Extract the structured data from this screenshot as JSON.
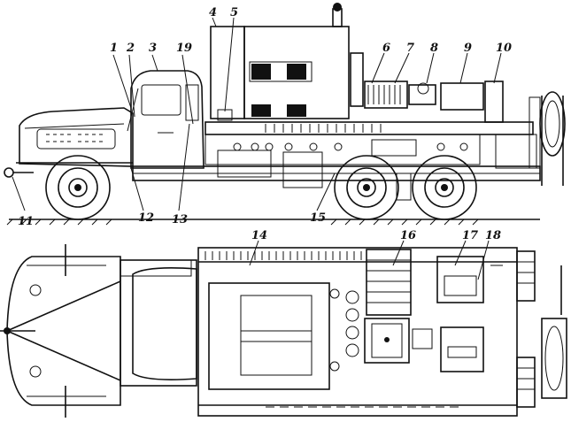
{
  "callouts": {
    "c1": "1",
    "c2": "2",
    "c3": "3",
    "c4": "4",
    "c5": "5",
    "c6": "6",
    "c7": "7",
    "c8": "8",
    "c9": "9",
    "c10": "10",
    "c11": "11",
    "c12": "12",
    "c13": "13",
    "c14": "14",
    "c15": "15",
    "c16": "16",
    "c17": "17",
    "c18": "18",
    "c19": "19"
  },
  "colors": {
    "ink": "#111111",
    "paper": "#ffffff"
  }
}
